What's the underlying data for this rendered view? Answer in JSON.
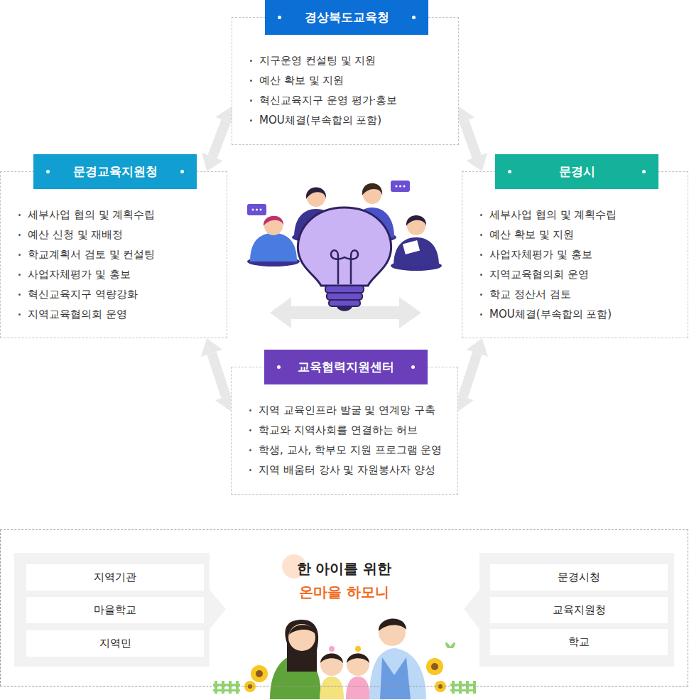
{
  "diagram": {
    "nodes": [
      {
        "text": [
          "경상북도교육청",
          "지구운영 컨설팅 및 지원",
          "예산 확보 및 지원",
          "혁신교육지구 운영 평가·홍보",
          "MOU체결(부속합의 포함)"
        ]
      },
      {
        "text": [
          "문경교육지원청",
          "세부사업 협의 및 계획수립",
          "예산 신청 및 재배정",
          "학교계획서 검토 및 컨설팅",
          "사업자체평가 및 홍보",
          "혁신교육지구 역량강화",
          "지역교육협의회 운영"
        ]
      },
      {
        "text": [
          "문경시",
          "세부사업 협의 및 계획수립",
          "예산 확보 및 지원",
          "사업자체평가 및 홍보",
          "지역교육협의회 운영",
          "학교 정산서 검토",
          "MOU체결(부속합의 포함)"
        ]
      },
      {
        "text": [
          "교육협력지원센터",
          "지역 교육인프라 발굴 및 연계망 구축",
          "학교와 지역사회를 연결하는 허브",
          "학생, 교사, 학부모 지원 프로그램 운영",
          "지역 배움터 강사 및 자원봉사자 양성"
        ]
      },
      {
        "text": [
          "한 아이를 위한",
          "온마을 하모니"
        ]
      },
      {
        "text": [
          "지역기관"
        ],
        "in": 4
      },
      {
        "text": [
          "마을학교"
        ],
        "in": 4
      },
      {
        "text": [
          "지역민"
        ],
        "in": 4
      },
      {
        "text": [
          "문경시청"
        ],
        "in": 4
      },
      {
        "text": [
          "교육지원청"
        ],
        "in": 4
      },
      {
        "text": [
          "학교"
        ],
        "in": 4
      }
    ],
    "edges": [
      {
        "from": 0,
        "to": 1,
        "arrow": "both"
      },
      {
        "from": 0,
        "to": 2,
        "arrow": "both"
      },
      {
        "from": 1,
        "to": 3,
        "arrow": "both"
      },
      {
        "from": 2,
        "to": 3,
        "arrow": "both"
      }
    ]
  }
}
